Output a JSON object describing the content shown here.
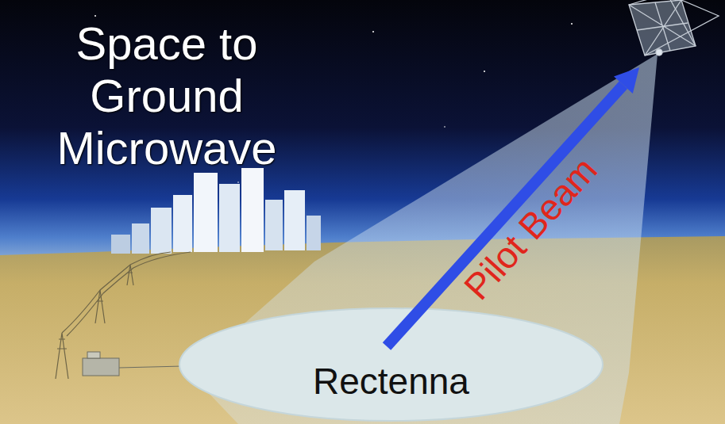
{
  "diagram": {
    "title": "Space to Ground Microwave",
    "nodes": [
      {
        "text": [
          "Rectenna"
        ]
      }
    ],
    "labels": [
      "Pilot Beam"
    ]
  }
}
